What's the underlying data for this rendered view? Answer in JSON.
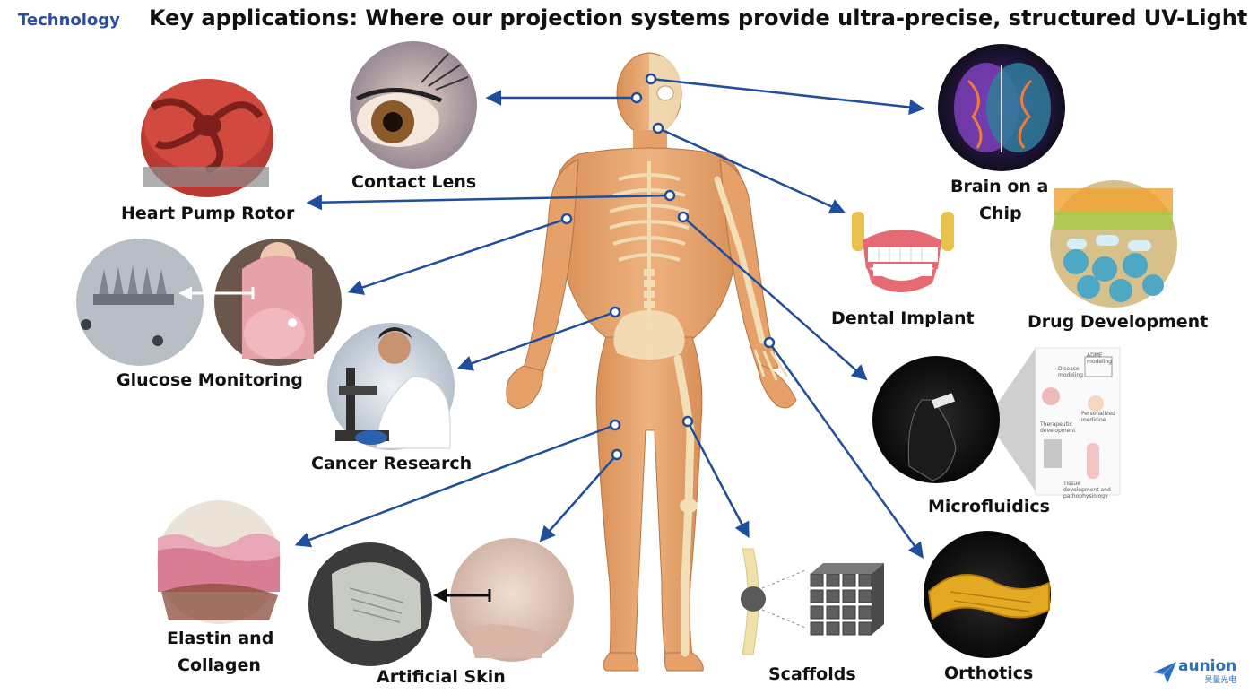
{
  "header": {
    "section": "Technology",
    "title": "Key applications: Where our projection systems provide ultra-precise, structured UV-Light"
  },
  "applications": {
    "contact_lens": "Contact Lens",
    "brain_on_chip_1": "Brain on a",
    "brain_on_chip_2": "Chip",
    "heart_pump_rotor": "Heart Pump Rotor",
    "dental_implant": "Dental Implant",
    "drug_development": "Drug Development",
    "glucose_monitoring": "Glucose Monitoring",
    "cancer_research": "Cancer Research",
    "microfluidics": "Microfluidics",
    "elastin_1": "Elastin and",
    "elastin_2": "Collagen",
    "artificial_skin": "Artificial Skin",
    "scaffolds": "Scaffolds",
    "orthotics": "Orthotics"
  },
  "microfluidics_panel": {
    "disease": "Disease modeling",
    "adme": "ADME modeling",
    "personalized": "Personalized medicine",
    "therapeutic": "Therapeutic development",
    "tissue": "Tissue development and pathophysiology"
  },
  "logo": {
    "name": "aunion",
    "sub": "昊量光电"
  },
  "colors": {
    "arrow": "#1f4e9c",
    "skin": "#e8a36c",
    "bone": "#f2dfb8",
    "accent": "#2b4f9e"
  }
}
